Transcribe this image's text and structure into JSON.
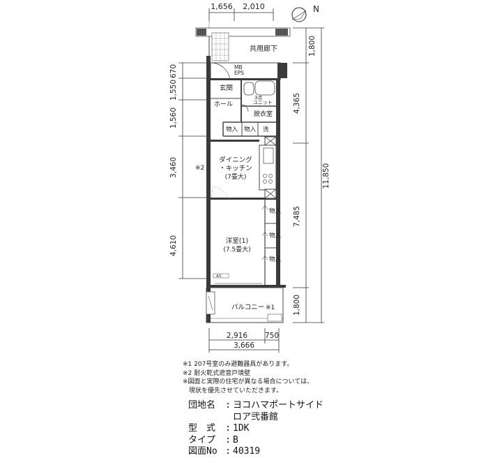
{
  "dims": {
    "top": [
      "1,656",
      "2,010"
    ],
    "left": [
      "670",
      "1,550",
      "1,560",
      "3,460",
      "4,610"
    ],
    "right": [
      "1,800",
      "4,365",
      "11,850",
      "7,485",
      "1,800"
    ],
    "bottom_row1": [
      "2,916",
      "750"
    ],
    "bottom_row2": "3,666"
  },
  "rooms": {
    "corridor": "共用廊下",
    "mb": "MB",
    "eps": "EPS",
    "entrance": "玄関",
    "hall": "ホール",
    "unit_bath_line1": "3点",
    "unit_bath_line2": "ユニット",
    "dressing": "脱衣室",
    "storage": "物入",
    "laundry": "洗",
    "dining_line1": "ダイニング",
    "dining_line2": "・キッチン",
    "dining_line3": "(7畳大)",
    "western_line1": "洋室(1)",
    "western_line2": "(7.5畳大)",
    "balcony": "バルコニー",
    "mark1": "※1",
    "mark2": "※2",
    "ac": "A/C"
  },
  "compass": "N",
  "notes": [
    "※1 207号室のみ避難器具があります。",
    "※2 耐火乾式遮音戸境壁",
    "※図面と実際の住宅が異なる場合については、",
    "　現状を優先させていただきます。"
  ],
  "info": {
    "name_label": "団地名",
    "name_value_1": "ヨコハマポートサイド",
    "name_value_2": "ロア弐番館",
    "type_label": "型　式",
    "type_value": "1DK",
    "kind_label": "タイプ",
    "kind_value": "B",
    "drawing_label": "図面No",
    "drawing_value": "40319"
  }
}
